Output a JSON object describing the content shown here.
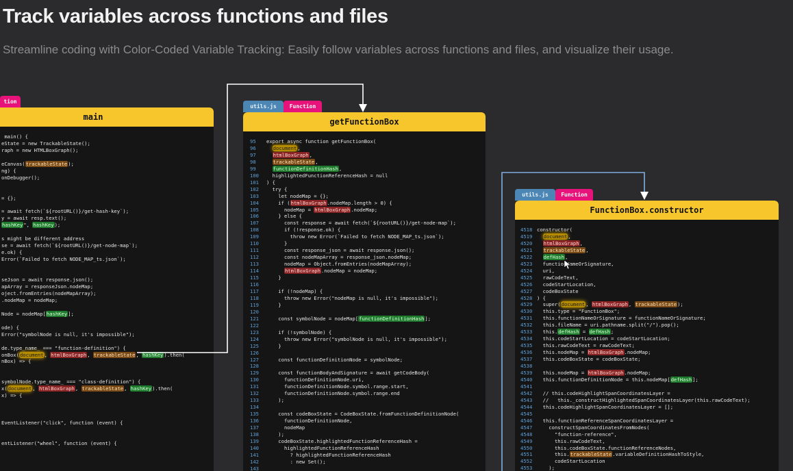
{
  "page": {
    "headline": "Track variables across functions and files",
    "subhead": "Streamline coding with Color-Coded Variable Tracking: Easily follow variables across functions and files, and visualize their usage."
  },
  "panels": {
    "main": {
      "title": "main",
      "kind_tab": "tion"
    },
    "getFunctionBox": {
      "title": "getFunctionBox",
      "file_tab": "utils.js",
      "kind_tab": "Function"
    },
    "constructor": {
      "title": "FunctionBox.constructor",
      "file_tab": "utils.js",
      "kind_tab": "Function"
    }
  },
  "code": {
    "main": [
      " main() {",
      "eState = new TrackableState();",
      "raph = new HTMLBoxGraph();",
      "",
      "eCanvas(trackableState);",
      "ng) {",
      "onDebugger();",
      "",
      "",
      "= {};",
      "",
      "= await fetch(`${rootURL()}/get-hash-key`);",
      "y = await resp.text();",
      "hashKey\", hashKey);",
      "",
      "s might be different address",
      "se = await fetch(`${rootURL()}/get-node-map`);",
      "e.ok) {",
      "Error(`Failed to fetch NODE_MAP_ts.json`);",
      "",
      "",
      "seJson = await response.json();",
      "apArray = responseJson.nodeMap;",
      "oject.fromEntries(nodeMapArray);",
      ".nodeMap = nodeMap;",
      "",
      "Node = nodeMap[hashKey];",
      "",
      "ode) {",
      "Error(\"symbolNode is null, it's impossible\");",
      "",
      "de.type_name_ === \"function-definition\") {",
      "onBox(document, htmlBoxGraph, trackableState, hashKey).then(",
      "nBox) => {",
      "",
      "",
      "symbolNode.type_name_ === \"class-definition\") {",
      "x(document, htmlBoxGraph, trackableState, hashKey).then(",
      "x) => {",
      "",
      "",
      "",
      "EventListener(\"click\", function (event) {",
      "",
      "",
      "entListener(\"wheel\", function (event) {"
    ],
    "getFunctionBox": [
      [
        "95",
        "export async function getFunctionBox("
      ],
      [
        "96",
        "  document,"
      ],
      [
        "97",
        "  htmlBoxGraph,"
      ],
      [
        "98",
        "  trackableState,"
      ],
      [
        "99",
        "  functionDefinitionHash,"
      ],
      [
        "100",
        "  highlightedFunctionReferenceHash = null"
      ],
      [
        "101",
        ") {"
      ],
      [
        "102",
        "  try {"
      ],
      [
        "103",
        "    let nodeMap = {};"
      ],
      [
        "104",
        "    if (htmlBoxGraph.nodeMap.length > 0) {"
      ],
      [
        "105",
        "      nodeMap = htmlBoxGraph.nodeMap;"
      ],
      [
        "106",
        "    } else {"
      ],
      [
        "107",
        "      const response = await fetch(`${rootURL()}/get-node-map`);"
      ],
      [
        "108",
        "      if (!response.ok) {"
      ],
      [
        "109",
        "        throw new Error(`Failed to fetch NODE_MAP_ts.json`);"
      ],
      [
        "110",
        "      }"
      ],
      [
        "111",
        "      const response_json = await response.json();"
      ],
      [
        "112",
        "      const nodeMapArray = response_json.nodeMap;"
      ],
      [
        "113",
        "      nodeMap = Object.fromEntries(nodeMapArray);"
      ],
      [
        "114",
        "      htmlBoxGraph.nodeMap = nodeMap;"
      ],
      [
        "115",
        "    }"
      ],
      [
        "116",
        ""
      ],
      [
        "117",
        "    if (!nodeMap) {"
      ],
      [
        "118",
        "      throw new Error(\"nodeMap is null, it's impossible\");"
      ],
      [
        "119",
        "    }"
      ],
      [
        "120",
        ""
      ],
      [
        "121",
        "    const symbolNode = nodeMap[functionDefinitionHash];"
      ],
      [
        "122",
        ""
      ],
      [
        "123",
        "    if (!symbolNode) {"
      ],
      [
        "124",
        "      throw new Error(\"symbolNode is null, it's impossible\");"
      ],
      [
        "125",
        "    }"
      ],
      [
        "126",
        ""
      ],
      [
        "127",
        "    const functionDefinitionNode = symbolNode;"
      ],
      [
        "128",
        ""
      ],
      [
        "129",
        "    const functionBodyAndSignature = await getCodeBody("
      ],
      [
        "130",
        "      functionDefinitionNode.uri,"
      ],
      [
        "131",
        "      functionDefinitionNode.symbol.range.start,"
      ],
      [
        "132",
        "      functionDefinitionNode.symbol.range.end"
      ],
      [
        "133",
        "    );"
      ],
      [
        "134",
        ""
      ],
      [
        "135",
        "    const codeBoxState = CodeBoxState.fromFunctionDefinitionNode("
      ],
      [
        "136",
        "      functionDefinitionNode,"
      ],
      [
        "137",
        "      nodeMap"
      ],
      [
        "138",
        "    );"
      ],
      [
        "139",
        "    codeBoxState.highlightedFunctionReferenceHash ="
      ],
      [
        "140",
        "      highlightedFunctionReferenceHash"
      ],
      [
        "141",
        "        ? highlightedFunctionReferenceHash"
      ],
      [
        "142",
        "        : new Set();"
      ],
      [
        "143",
        ""
      ]
    ],
    "constructor": [
      [
        "4518",
        "constructor("
      ],
      [
        "4519",
        "  document,"
      ],
      [
        "4520",
        "  htmlBoxGraph,"
      ],
      [
        "4521",
        "  trackableState,"
      ],
      [
        "4522",
        "  defHash,"
      ],
      [
        "4523",
        "  functionNameOrSignature,"
      ],
      [
        "4524",
        "  uri,"
      ],
      [
        "4525",
        "  rawCodeText,"
      ],
      [
        "4526",
        "  codeStartLocation,"
      ],
      [
        "4527",
        "  codeBoxState"
      ],
      [
        "4528",
        ") {"
      ],
      [
        "4529",
        "  super(document, htmlBoxGraph, trackableState);"
      ],
      [
        "4530",
        "  this.type = \"FunctionBox\";"
      ],
      [
        "4531",
        "  this.functionNameOrSignature = functionNameOrSignature;"
      ],
      [
        "4532",
        "  this.fileName = uri.pathname.split(\"/\").pop();"
      ],
      [
        "4533",
        "  this.defHash = defHash;"
      ],
      [
        "4534",
        "  this.codeStartLocation = codeStartLocation;"
      ],
      [
        "4535",
        "  this.rawCodeText = rawCodeText;"
      ],
      [
        "4536",
        "  this.nodeMap = htmlBoxGraph.nodeMap;"
      ],
      [
        "4537",
        "  this.codeBoxState = codeBoxState;"
      ],
      [
        "4538",
        ""
      ],
      [
        "4539",
        "  this.nodeMap = htmlBoxGraph.nodeMap;"
      ],
      [
        "4540",
        "  this.functionDefinitionNode = this.nodeMap[defHash];"
      ],
      [
        "4541",
        ""
      ],
      [
        "4542",
        "  // this.codeHighlightSpanCoordinatesLayer ="
      ],
      [
        "4543",
        "  //   this._constructHighlightedSpanCoordinatesLayer(this.rawCodeText);"
      ],
      [
        "4544",
        "  this.codeHighlightSpanCoordinatesLayer = [];"
      ],
      [
        "4545",
        ""
      ],
      [
        "4546",
        "  this.functionReferenceSpanCoordinatesLayer ="
      ],
      [
        "4547",
        "    constructSpanCoordinatesFromNodes("
      ],
      [
        "4548",
        "      \"function-reference\","
      ],
      [
        "4549",
        "      this.rawCodeText,"
      ],
      [
        "4550",
        "      this.codeBoxState.functionReferenceNodes,"
      ],
      [
        "4551",
        "      this.trackableState.variableDefinitionHashToStyle,"
      ],
      [
        "4552",
        "      codeStartLocation"
      ],
      [
        "4553",
        "    );"
      ]
    ]
  },
  "highlights": {
    "document": "yellow",
    "htmlBoxGraph": "red",
    "trackableState": "orange",
    "functionDefinitionHash": "green",
    "hashKey": "green",
    "defHash": "green"
  },
  "colors": {
    "background": "#2b2b2d",
    "header_yellow": "#f6c62c",
    "file_tab_blue": "#4b86b4",
    "kind_tab_pink": "#e8137a",
    "connector_white": "#ffffff",
    "connector_blue": "#7fb0e0",
    "line_number_blue": "#5fa0d8"
  }
}
